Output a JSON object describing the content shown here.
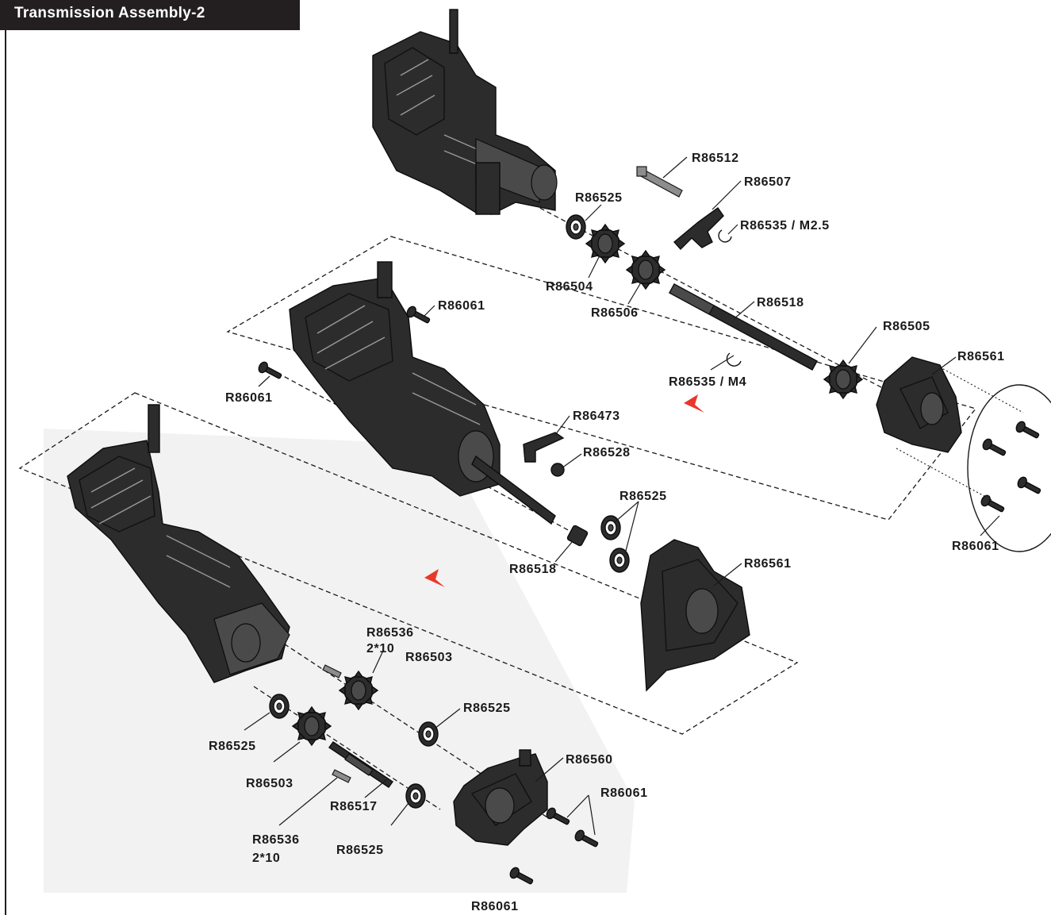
{
  "title": "Transmission Assembly-2",
  "colors": {
    "header_bg": "#231f20",
    "header_text": "#ffffff",
    "arrow": "#e8382b",
    "parts": "#2c2c2c"
  },
  "labels": {
    "r86512": "R86512",
    "r86507": "R86507",
    "r86525_top": "R86525",
    "r86535_m25": "R86535 / M2.5",
    "r86504": "R86504",
    "r86506": "R86506",
    "r86518_top": "R86518",
    "r86505": "R86505",
    "r86561_top": "R86561",
    "r86535_m4": "R86535 / M4",
    "r86061_mid": "R86061",
    "r86061_left": "R86061",
    "r86061_circle": "R86061",
    "r86473": "R86473",
    "r86528": "R86528",
    "r86525_mid": "R86525",
    "r86518_mid": "R86518",
    "r86561_mid": "R86561",
    "r86536_top_a": "R86536",
    "r86536_top_b": "2*10",
    "r86503_top": "R86503",
    "r86525_right": "R86525",
    "r86525_left": "R86525",
    "r86503_left": "R86503",
    "r86560": "R86560",
    "r86061_bottom_pair": "R86061",
    "r86517": "R86517",
    "r86536_bot_a": "R86536",
    "r86536_bot_b": "2*10",
    "r86525_bottom": "R86525",
    "r86061_bottom": "R86061"
  }
}
